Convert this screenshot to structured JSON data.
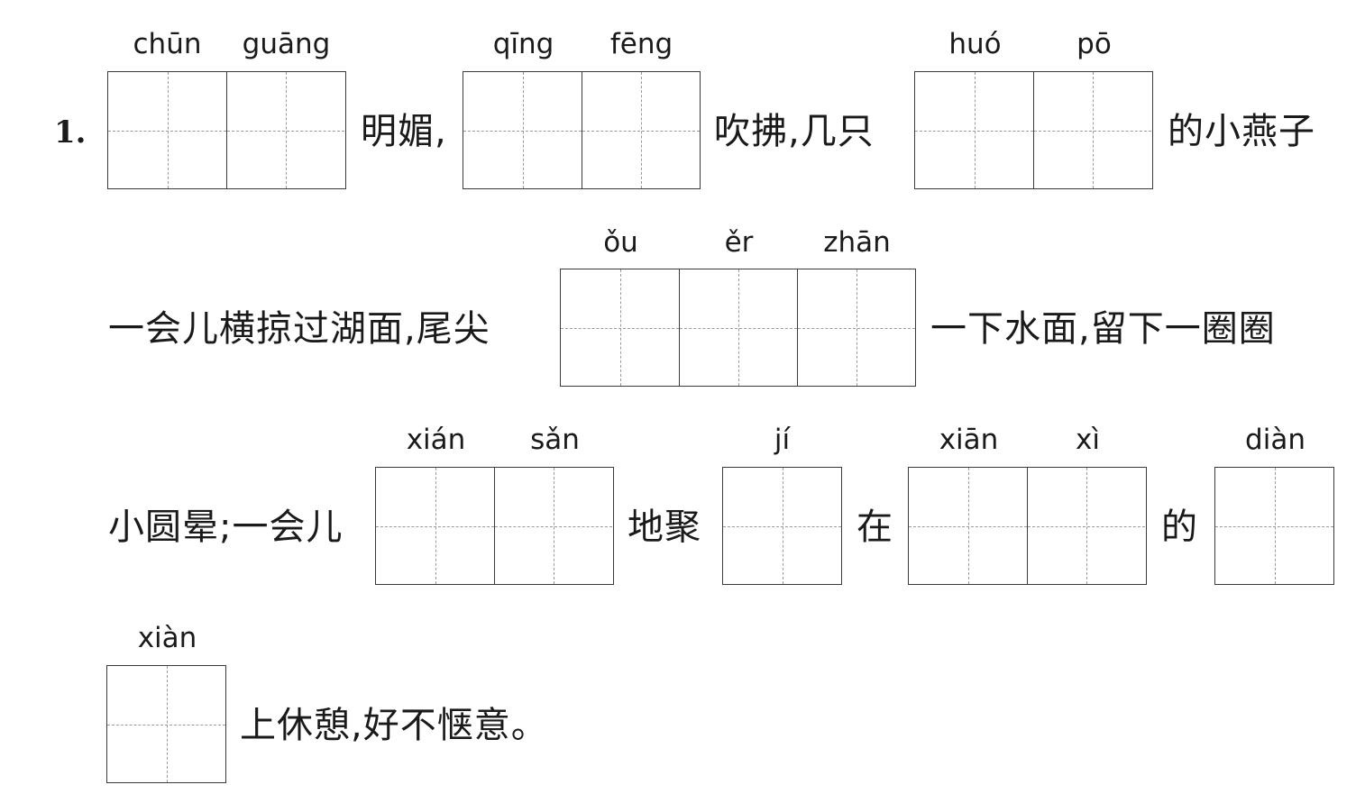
{
  "question_number": "1.",
  "text": {
    "t1": "明媚,",
    "t2": "吹拂,几只",
    "t3": "的小燕子",
    "t4": "一会儿横掠过湖面,尾尖",
    "t5": "一下水面,留下一圈圈",
    "t6": "小圆晕;一会儿",
    "t7": "地聚",
    "t8": "在",
    "t9": "的",
    "t10": "上休憩,好不惬意。"
  },
  "pinyin": {
    "chun": "chūn",
    "guang": "guāng",
    "qing": "qīng",
    "feng": "fēng",
    "huo": "huó",
    "po": "pō",
    "ou": "ǒu",
    "er": "ěr",
    "zhan": "zhān",
    "xian_idle": "xián",
    "san": "sǎn",
    "ji": "jí",
    "xian_thin": "xiān",
    "xi": "xì",
    "dian": "diàn",
    "xian_line": "xiàn"
  }
}
